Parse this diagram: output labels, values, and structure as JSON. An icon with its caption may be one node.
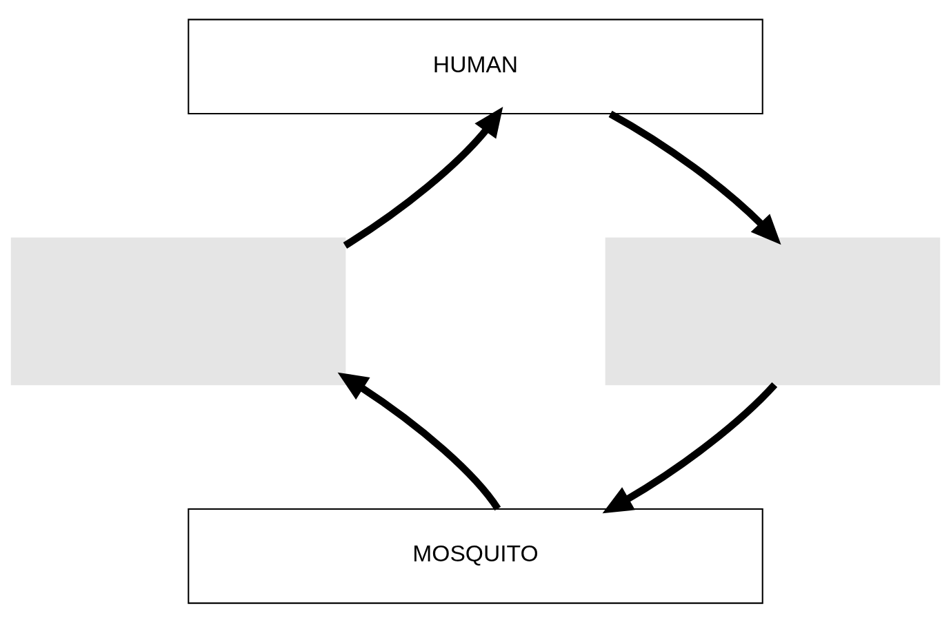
{
  "diagram": {
    "nodes": [
      {
        "text": [
          "HUMAN"
        ]
      },
      {
        "text": [],
        "shape": "box"
      },
      {
        "text": [],
        "shape": "box"
      },
      {
        "text": [
          "MOSQUITO"
        ]
      }
    ],
    "edges": [
      {
        "from": 1,
        "to": 0,
        "arrow": "to"
      },
      {
        "from": 0,
        "to": 2,
        "arrow": "to"
      },
      {
        "from": 2,
        "to": 3,
        "arrow": "to"
      },
      {
        "from": 3,
        "to": 1,
        "arrow": "to"
      }
    ]
  }
}
